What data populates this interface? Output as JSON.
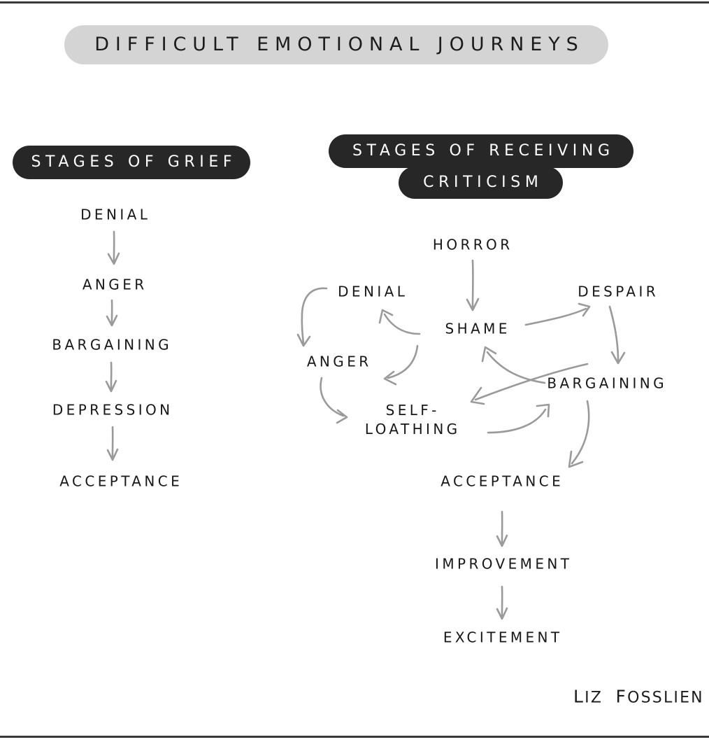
{
  "page": {
    "title": "DIFFICULT EMOTIONAL JOURNEYS",
    "signature_small": "IZ ",
    "signature": "L",
    "signature_first_cap": "L",
    "signature_first_rest": "IZ",
    "signature_second_cap": "F",
    "signature_second_rest": "OSSLIEN",
    "background_color": "#ffffff",
    "rule_color": "#3a3a3a",
    "arrow_color": "#9a9a9a",
    "text_color": "#171717",
    "title_pill_color": "#d4d4d4",
    "header_pill_color": "#272727"
  },
  "columns": {
    "grief": {
      "heading": "STAGES OF GRIEF",
      "stages": [
        {
          "label": "DENIAL"
        },
        {
          "label": "ANGER"
        },
        {
          "label": "BARGAINING"
        },
        {
          "label": "DEPRESSION"
        },
        {
          "label": "ACCEPTANCE"
        }
      ]
    },
    "criticism": {
      "heading_line_1": "STAGES OF RECEIVING",
      "heading_line_2": "CRITICISM",
      "stages": [
        {
          "label": "HORROR"
        },
        {
          "label": "DENIAL"
        },
        {
          "label": "DESPAIR"
        },
        {
          "label": "SHAME"
        },
        {
          "label": "ANGER"
        },
        {
          "label": "BARGAINING"
        },
        {
          "label_line_1": "SELF-",
          "label_line_2": "LOATHING"
        },
        {
          "label": "ACCEPTANCE"
        },
        {
          "label": "IMPROVEMENT"
        },
        {
          "label": "EXCITEMENT"
        }
      ]
    }
  },
  "chart_data": {
    "type": "diagram",
    "title": "DIFFICULT EMOTIONAL JOURNEYS",
    "panels": [
      {
        "name": "STAGES OF GRIEF",
        "layout": "linear",
        "nodes": [
          "DENIAL",
          "ANGER",
          "BARGAINING",
          "DEPRESSION",
          "ACCEPTANCE"
        ],
        "edges": [
          {
            "from": "DENIAL",
            "to": "ANGER"
          },
          {
            "from": "ANGER",
            "to": "BARGAINING"
          },
          {
            "from": "BARGAINING",
            "to": "DEPRESSION"
          },
          {
            "from": "DEPRESSION",
            "to": "ACCEPTANCE"
          }
        ]
      },
      {
        "name": "STAGES OF RECEIVING CRITICISM",
        "layout": "tangled-loop",
        "nodes": [
          "HORROR",
          "DENIAL",
          "DESPAIR",
          "SHAME",
          "ANGER",
          "BARGAINING",
          "SELF-LOATHING",
          "ACCEPTANCE",
          "IMPROVEMENT",
          "EXCITEMENT"
        ],
        "edges": [
          {
            "from": "HORROR",
            "to": "SHAME"
          },
          {
            "from": "DENIAL",
            "to": "ANGER"
          },
          {
            "from": "SHAME",
            "to": "DENIAL"
          },
          {
            "from": "SHAME",
            "to": "ANGER"
          },
          {
            "from": "ANGER",
            "to": "SELF-LOATHING"
          },
          {
            "from": "SHAME",
            "to": "DESPAIR"
          },
          {
            "from": "DESPAIR",
            "to": "BARGAINING"
          },
          {
            "from": "BARGAINING",
            "to": "SHAME"
          },
          {
            "from": "SHAME",
            "to": "SELF-LOATHING"
          },
          {
            "from": "SELF-LOATHING",
            "to": "BARGAINING"
          },
          {
            "from": "BARGAINING",
            "to": "ACCEPTANCE"
          },
          {
            "from": "ACCEPTANCE",
            "to": "IMPROVEMENT"
          },
          {
            "from": "IMPROVEMENT",
            "to": "EXCITEMENT"
          }
        ]
      }
    ],
    "credit": "LIZ FOSSLIEN"
  }
}
